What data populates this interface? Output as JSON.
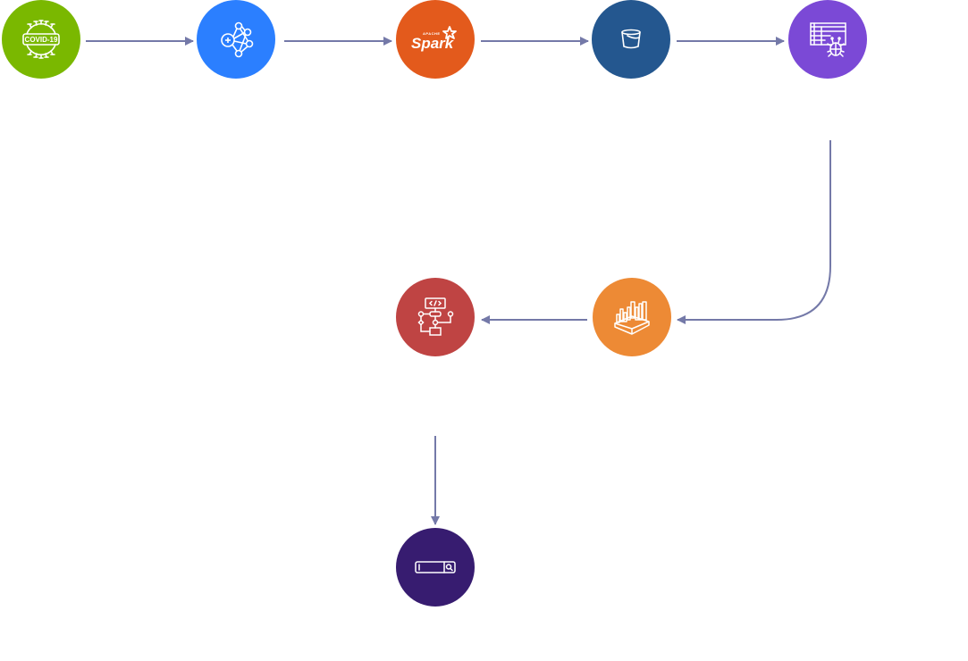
{
  "diagram": {
    "title": "",
    "connector_color": "#7479a8",
    "nodes": [
      {
        "id": "covid-data",
        "icon": "covid-19-icon",
        "color": "#7ab800",
        "label_text": "COVID-19"
      },
      {
        "id": "ml-network",
        "icon": "neural-network-icon",
        "color": "#2b7fff"
      },
      {
        "id": "apache-spark",
        "icon": "apache-spark-icon",
        "color": "#e35a1c",
        "label_small": "APACHE",
        "label_text": "Spark"
      },
      {
        "id": "storage-bucket",
        "icon": "bucket-icon",
        "color": "#24578f"
      },
      {
        "id": "data-crawler",
        "icon": "table-bug-icon",
        "color": "#7b49d6"
      },
      {
        "id": "data-warehouse",
        "icon": "warehouse-icon",
        "color": "#ed8a35"
      },
      {
        "id": "workflow",
        "icon": "code-flow-icon",
        "color": "#bf4443"
      },
      {
        "id": "search",
        "icon": "search-bar-icon",
        "color": "#371c70"
      }
    ],
    "edges": [
      {
        "from": "covid-data",
        "to": "ml-network"
      },
      {
        "from": "ml-network",
        "to": "apache-spark"
      },
      {
        "from": "apache-spark",
        "to": "storage-bucket"
      },
      {
        "from": "storage-bucket",
        "to": "data-crawler"
      },
      {
        "from": "data-crawler",
        "to": "data-warehouse"
      },
      {
        "from": "data-warehouse",
        "to": "workflow"
      },
      {
        "from": "workflow",
        "to": "search"
      }
    ]
  }
}
